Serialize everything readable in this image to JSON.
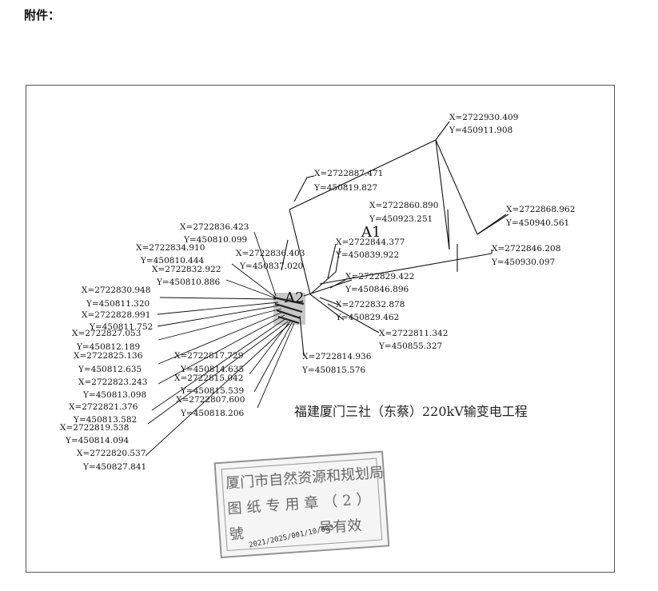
{
  "heading": "附件：",
  "project_title": "福建厦门三社（东蔡）220kV输变电工程",
  "area_labels": {
    "a1": "A1",
    "a2": "A2"
  },
  "right_coords": [
    {
      "x": "X=2722930.409",
      "y": "Y=450911.908"
    },
    {
      "x": "X=2722887.471",
      "y": "Y=450819.827"
    },
    {
      "x": "X=2722860.890",
      "y": "Y=450923.251"
    },
    {
      "x": "X=2722868.962",
      "y": "Y=450940.561"
    },
    {
      "x": "X=2722846.208",
      "y": "Y=450930.097"
    },
    {
      "x": "X=2722844.377",
      "y": "Y=450839.922"
    },
    {
      "x": "X=2722829.422",
      "y": "Y=450846.896"
    },
    {
      "x": "X=2722832.878",
      "y": "Y=450829.462"
    },
    {
      "x": "X=2722811.342",
      "y": "Y=450855.327"
    },
    {
      "x": "X=2722814.936",
      "y": "Y=450815.576"
    },
    {
      "x": "X=2722836.403",
      "y": "Y=450837.020"
    }
  ],
  "left_coords": [
    {
      "x": "X=2722836.423",
      "y": "Y=450810.099"
    },
    {
      "x": "X=2722834.910",
      "y": "Y=450810.444"
    },
    {
      "x": "X=2722832.922",
      "y": "Y=450810.886"
    },
    {
      "x": "X=2722830.948",
      "y": "Y=450811.320"
    },
    {
      "x": "X=2722828.991",
      "y": "Y=450811.752"
    },
    {
      "x": "X=2722827.053",
      "y": "Y=450812.189"
    },
    {
      "x": "X=2722825.136",
      "y": "Y=450812.635"
    },
    {
      "x": "X=2722823.243",
      "y": "Y=450813.098"
    },
    {
      "x": "X=2722821.376",
      "y": "Y=450813.582"
    },
    {
      "x": "X=2722819.538",
      "y": "Y=450814.094"
    },
    {
      "x": "X=2722820.537",
      "y": "Y=450827.841"
    },
    {
      "x": "X=2722817.729",
      "y": "Y=450814.635"
    },
    {
      "x": "X=2722815.042",
      "y": "Y=450815.539"
    },
    {
      "x": "X=2722807.600",
      "y": "Y=450818.206"
    }
  ],
  "stamp": {
    "line1": "厦门市自然资源和规划局",
    "line2": "图纸专用章（2）",
    "line3": "號",
    "line4": "号有效",
    "signature": "2021/2025/001/10/003"
  }
}
